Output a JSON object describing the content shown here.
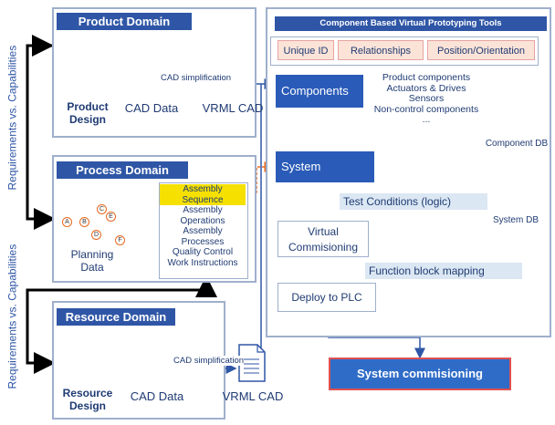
{
  "colors": {
    "domain_blue": "#2f56a6",
    "node_blue": "#2a5bb8",
    "border": "#9fb0cc",
    "highlight": "#f5e000",
    "deploy_red": "#e05050"
  },
  "side_labels": {
    "requirements_top": "Requirements vs. Capabilities",
    "requirements_bottom": "Requirements vs. Capabilities"
  },
  "product_domain": {
    "title": "Product Domain",
    "design_label": "Product Design",
    "cad_label": "CAD Data",
    "simplification": "CAD simplification",
    "vrml_label": "VRML CAD"
  },
  "process_domain": {
    "title": "Process Domain",
    "planning_label": "Planning Data",
    "graph_nodes": [
      "A",
      "B",
      "C",
      "E",
      "D",
      "F"
    ],
    "list": [
      "Assembly",
      "Sequence",
      "Assembly",
      "Operations",
      "Assembly",
      "Processes",
      "Quality Control",
      "Work Instructions"
    ]
  },
  "resource_domain": {
    "title": "Resource Domain",
    "design_label": "Resource Design",
    "cad_label": "CAD Data",
    "simplification": "CAD simplification",
    "vrml_label": "VRML CAD"
  },
  "tools": {
    "title": "Component Based Virtual Prototyping Tools",
    "tabs": [
      "Unique ID",
      "Relationships",
      "Position/Orientation"
    ],
    "components_label": "Components",
    "component_list": [
      "Product components",
      "Actuators & Drives",
      "Sensors",
      "Non-control components",
      "..."
    ],
    "component_db": "Component DB",
    "system_label": "System",
    "system_db": "System DB",
    "test_conditions": "Test Conditions (logic)",
    "virtual_commissioning": "Virtual Commisioning",
    "function_block": "Function block mapping",
    "deploy": "Deploy to PLC",
    "system_commissioning": "System commisioning"
  }
}
